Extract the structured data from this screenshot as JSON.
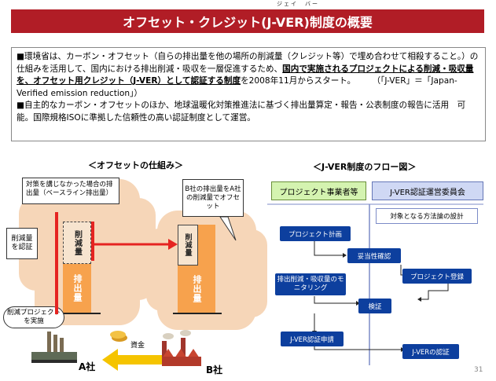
{
  "header": {
    "ruby": "ジェイ　バー",
    "title": "オフセット・クレジット(J-VER)制度の概要"
  },
  "intro": {
    "b1_prefix": "■環境省は、カーボン・オフセット（自らの排出量を他の場所の削減量（クレジット等）で埋め合わせて相殺すること。）の仕組みを活用して、国内における排出削減・吸収を一層促進するため、",
    "b1_bold": "国内で実施されるプロジェクトによる削減・吸収量を、オフセット用クレジット（J-VER）として認証する制度",
    "b1_suffix": "を2008年11月からスタート。",
    "b1_note": "（「J-VER」＝「Japan-Verified emission reduction」）",
    "b2": "■自主的なカーボン・オフセットのほか、地球温暖化対策推進法に基づく排出量算定・報告・公表制度の報告に活用　可能。国際規格ISOに準拠した信頼性の高い認証制度として運営。"
  },
  "left": {
    "heading": "＜オフセットの仕組み＞",
    "baseline_note": "対策を講じなかった場合の排出量（ベースライン排出量）",
    "certified_label": "削減量を認証",
    "reduction_label": "削減量",
    "emission_label": "排出量",
    "project_label": "削減プロジェクトを実施",
    "bubble_text": "B社の排出量をA社の削減量でオフセット",
    "money_label": "資金",
    "company_a": "A社",
    "company_b": "B社"
  },
  "right": {
    "heading": "＜J-VER制度のフロー図＞",
    "col1": "プロジェクト事業者等",
    "col2": "J-VER認証運営委員会",
    "steps": {
      "methodology": "対象となる方法論の設計",
      "plan": "プロジェクト計画",
      "validation": "妥当性確認",
      "registration": "プロジェクト登録",
      "monitoring": "排出削減・吸収量のモニタリング",
      "verification": "検証",
      "application": "J-VER認証申請",
      "certification": "J-VERの認証"
    }
  },
  "page_number": "31",
  "colors": {
    "title_bg": "#b11d26",
    "cloud": "#f6d6b8",
    "bar": "#f7a24d",
    "step_blue": "#0d3f9e",
    "arrow_red": "#e52421",
    "arrow_yellow": "#f5c400"
  }
}
